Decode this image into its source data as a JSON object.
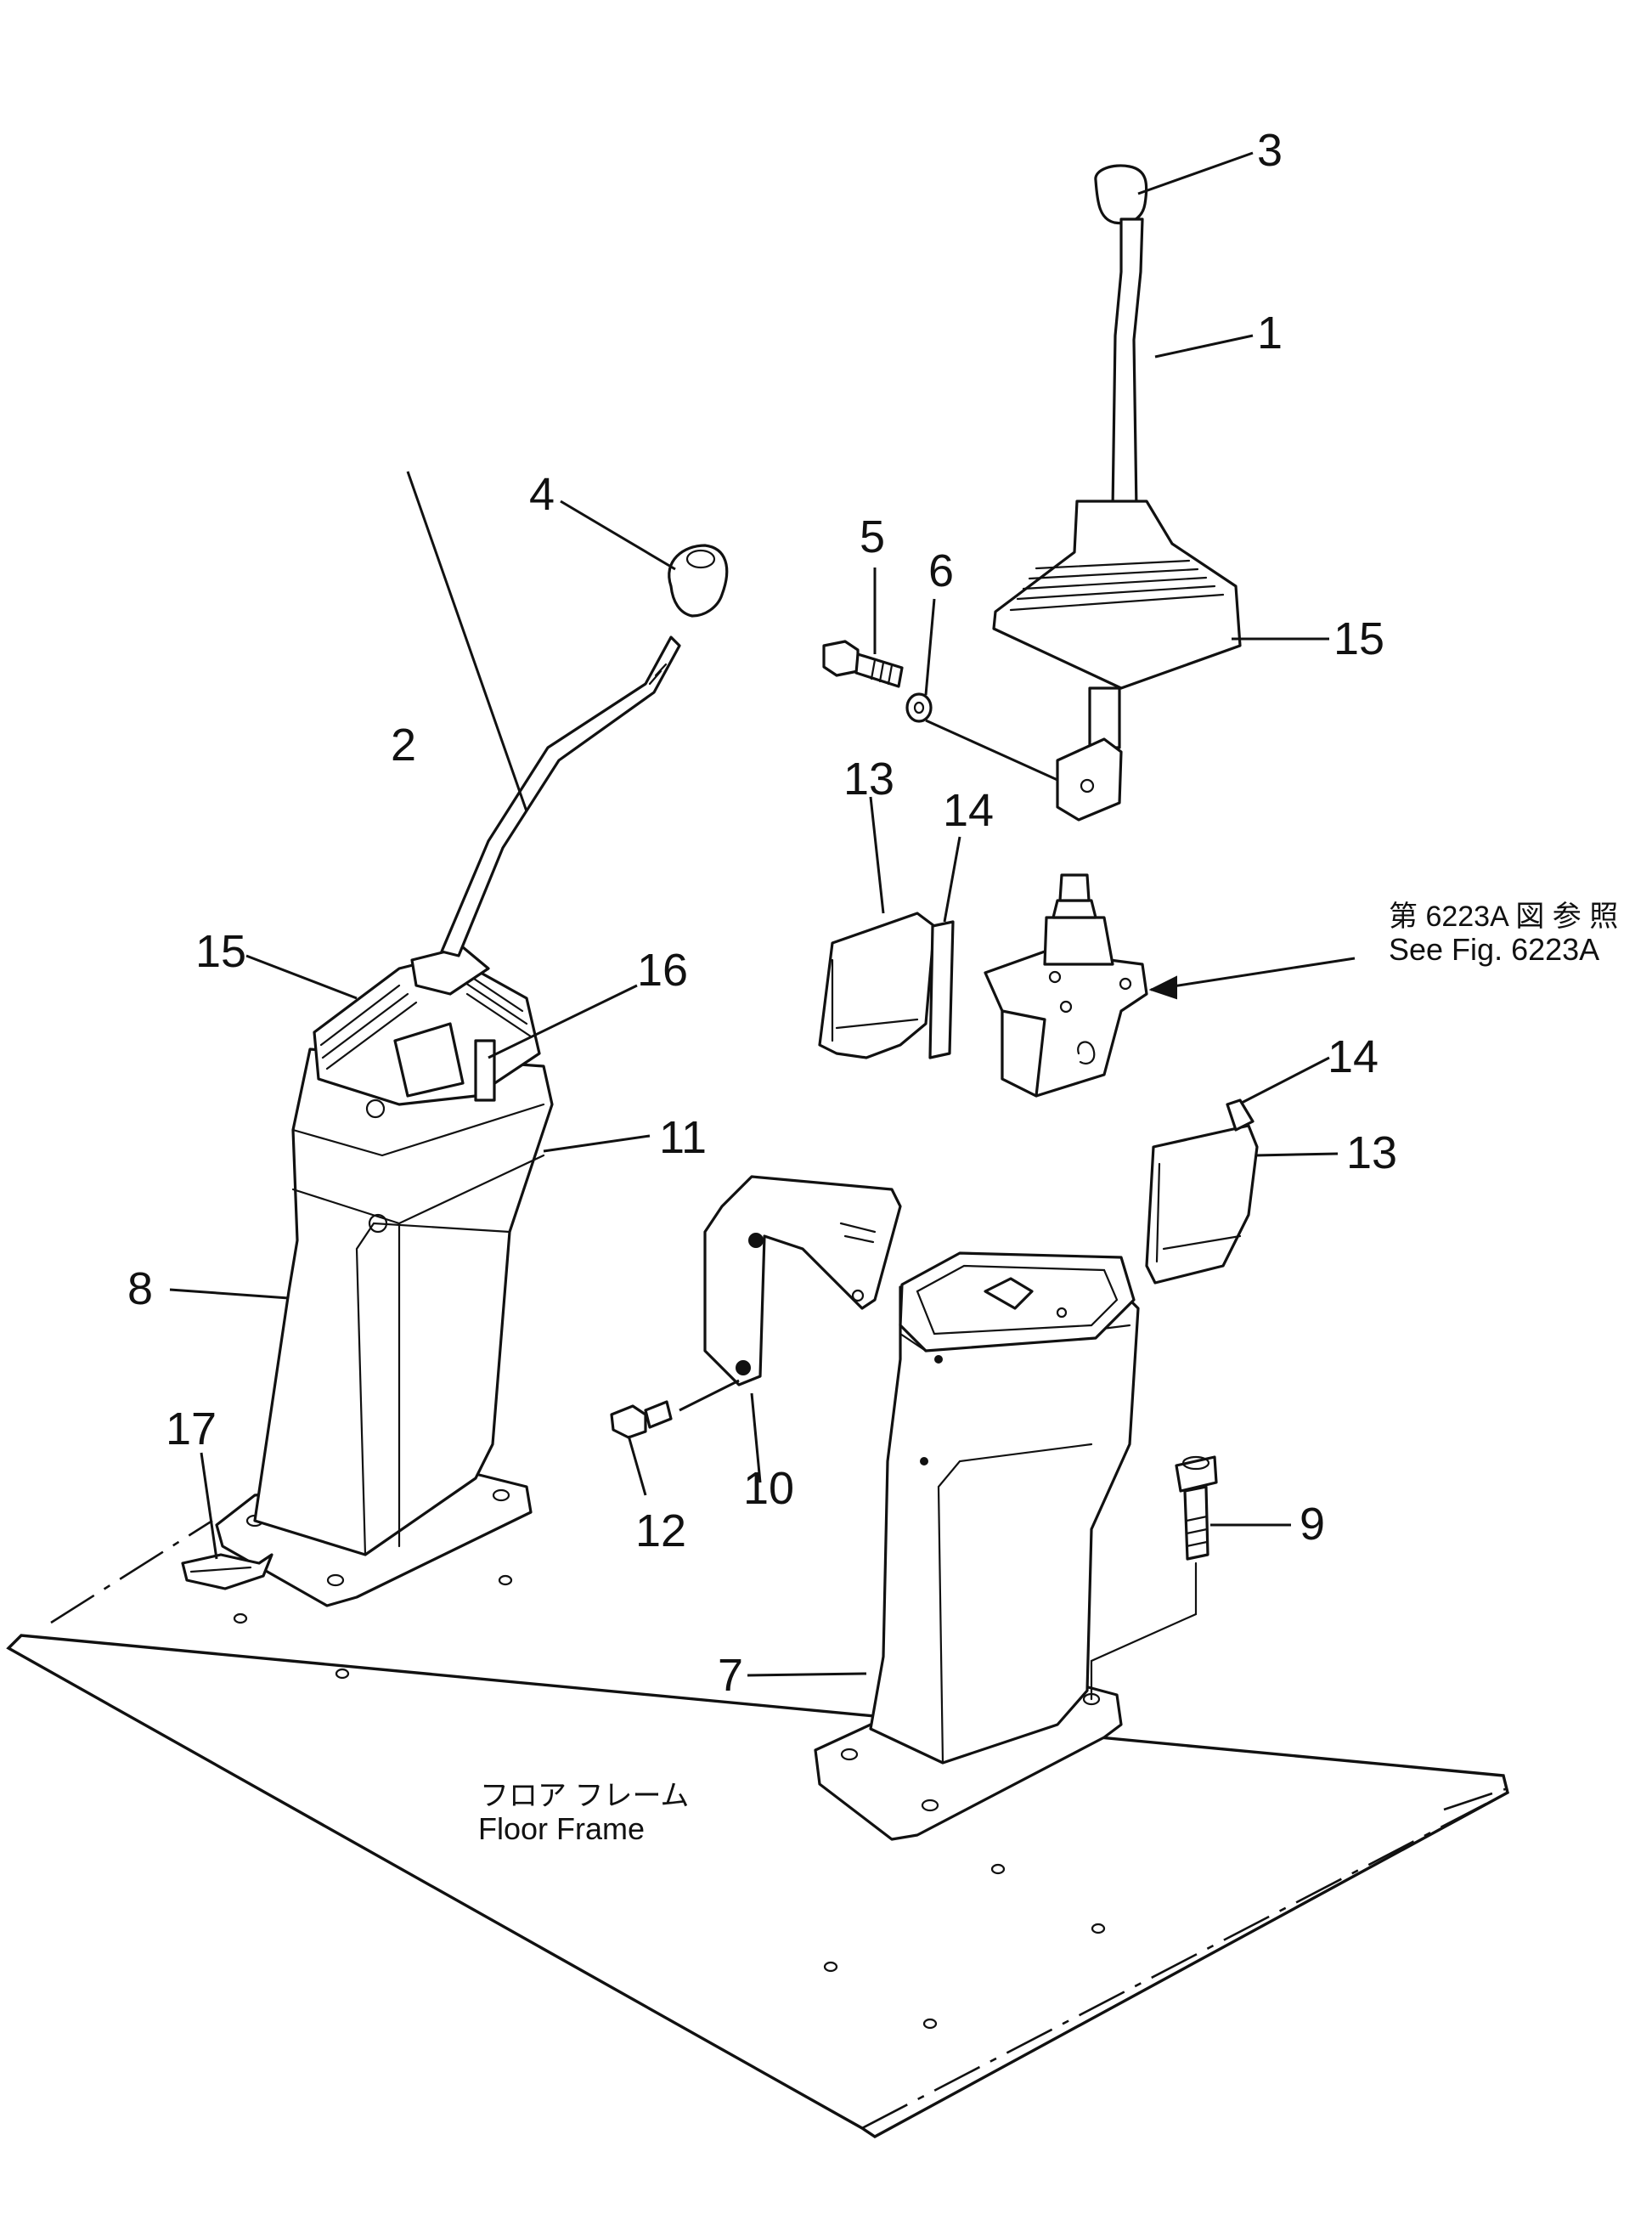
{
  "callouts": [
    {
      "id": "c1",
      "text": "1"
    },
    {
      "id": "c2",
      "text": "2"
    },
    {
      "id": "c3",
      "text": "3"
    },
    {
      "id": "c4",
      "text": "4"
    },
    {
      "id": "c5",
      "text": "5"
    },
    {
      "id": "c6",
      "text": "6"
    },
    {
      "id": "c7",
      "text": "7"
    },
    {
      "id": "c8",
      "text": "8"
    },
    {
      "id": "c9",
      "text": "9"
    },
    {
      "id": "c10",
      "text": "10"
    },
    {
      "id": "c11",
      "text": "11"
    },
    {
      "id": "c12",
      "text": "12"
    },
    {
      "id": "c13a",
      "text": "13"
    },
    {
      "id": "c13b",
      "text": "13"
    },
    {
      "id": "c14a",
      "text": "14"
    },
    {
      "id": "c14b",
      "text": "14"
    },
    {
      "id": "c15a",
      "text": "15"
    },
    {
      "id": "c15b",
      "text": "15"
    },
    {
      "id": "c16",
      "text": "16"
    },
    {
      "id": "c17",
      "text": "17"
    }
  ],
  "reference": {
    "japanese": "第 6223A 図 参 照",
    "english": "See Fig. 6223A"
  },
  "floor_label": {
    "japanese": "フロア フレーム",
    "english": "Floor Frame"
  }
}
